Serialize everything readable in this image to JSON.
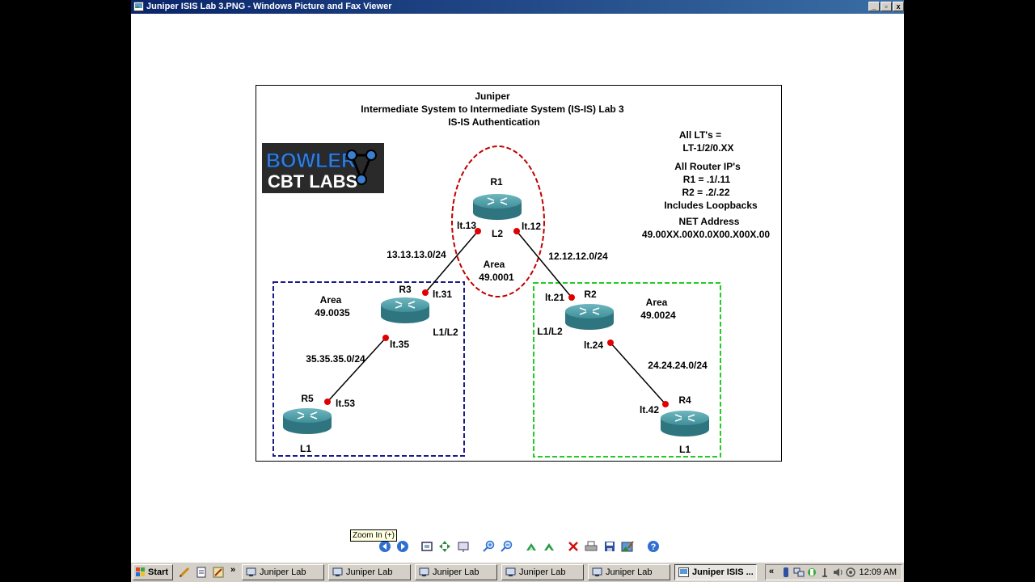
{
  "window": {
    "title": "Juniper ISIS Lab 3.PNG - Windows Picture and Fax Viewer",
    "min_label": "_",
    "max_label": "▫",
    "close_label": "x"
  },
  "diagram": {
    "title_lines": [
      "Juniper",
      "Intermediate System to Intermediate System (IS-IS) Lab 3",
      "IS-IS Authentication"
    ],
    "logo_line1": "BOWLER",
    "logo_line2": "CBT LABS",
    "notes": {
      "lts_line1": "All LT's =",
      "lts_line2": "LT-1/2/0.XX",
      "ips_line1": "All Router IP's",
      "ips_line2": "R1 = .1/.11",
      "ips_line3": "R2 = .2/.22",
      "ips_line4": "Includes Loopbacks",
      "net_line1": "NET Address",
      "net_line2": "49.00XX.00X0.0X00.X00X.00"
    },
    "areas": {
      "center": {
        "label": "Area",
        "id": "49.0001"
      },
      "left": {
        "label": "Area",
        "id": "49.0035"
      },
      "right": {
        "label": "Area",
        "id": "49.0024"
      }
    },
    "routers": {
      "r1": {
        "name": "R1",
        "level": "L2"
      },
      "r2": {
        "name": "R2",
        "level": "L1/L2"
      },
      "r3": {
        "name": "R3",
        "level": "L1/L2"
      },
      "r4": {
        "name": "R4",
        "level": "L1"
      },
      "r5": {
        "name": "R5",
        "level": "L1"
      }
    },
    "interfaces": {
      "lt13": "lt.13",
      "lt12": "lt.12",
      "lt31": "lt.31",
      "lt21": "lt.21",
      "lt35": "lt.35",
      "lt24": "lt.24",
      "lt53": "lt.53",
      "lt42": "lt.42"
    },
    "subnets": {
      "r1r3": "13.13.13.0/24",
      "r1r2": "12.12.12.0/24",
      "r3r5": "35.35.35.0/24",
      "r2r4": "24.24.24.0/24"
    },
    "colors": {
      "center_area": "#c00000",
      "left_area": "#1a1a8c",
      "right_area": "#22cc22",
      "interface_dot": "#e00000",
      "router_body": "#3f8f99"
    }
  },
  "tooltip": "Zoom In (+)",
  "taskbar": {
    "start_label": "Start",
    "tasks": [
      "Juniper Lab",
      "Juniper Lab",
      "Juniper Lab",
      "Juniper Lab",
      "Juniper Lab",
      "Juniper ISIS ..."
    ],
    "tray_chevron": "«",
    "clock": "12:09 AM"
  }
}
